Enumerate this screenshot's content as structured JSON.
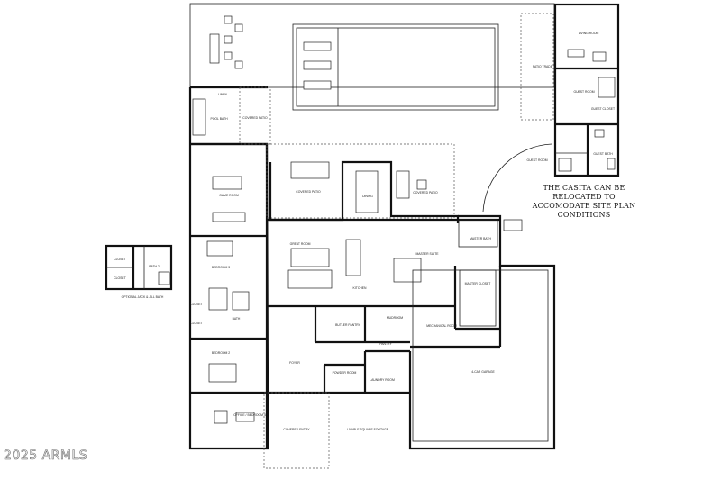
{
  "plan": {
    "rooms": {
      "living_room": "LIVING ROOM",
      "guest_room_casita": "GUEST ROOM",
      "guest_closet": "GUEST CLOSET",
      "guest_bath": "GUEST BATH",
      "guest_room_sq": "GUEST ROOM",
      "patio_trade": "PATIO TRADE",
      "pool_bath": "POOL BATH",
      "linen": "LINEN",
      "covered_patio_1": "COVERED PATIO",
      "game_room": "GAME ROOM",
      "covered_patio_2": "COVERED PATIO",
      "dining": "DINING",
      "covered_patio_3": "COVERED PATIO",
      "bedroom_3": "BEDROOM 3",
      "great_room": "GREAT ROOM",
      "kitchen": "KITCHEN",
      "master_suite": "MASTER SUITE",
      "master_bath": "MASTER BATH",
      "master_closet": "MASTER CLOSET",
      "closet_a": "CLOSET",
      "closet_b": "CLOSET",
      "bath_2": "BATH 2",
      "optional_bath": "OPTIONAL JACK & JILL BATH",
      "closet_c": "CLOSET",
      "closet_d": "CLOSET",
      "bath": "BATH",
      "butler_pantry": "BUTLER PANTRY",
      "mudroom": "MUDROOM",
      "mechanical": "MECHANICAL ROOM",
      "pantry": "PANTRY",
      "bedroom_2": "BEDROOM 2",
      "foyer": "FOYER",
      "powder": "POWDER ROOM",
      "laundry": "LAUNDRY ROOM",
      "garage": "4-CAR GARAGE",
      "office": "OFFICE / BEDROOM 4",
      "covered_entry": "COVERED ENTRY",
      "livable": "LIVABLE SQUARE FOOTAGE"
    },
    "casita_note": [
      "THE CASITA CAN BE",
      "RELOCATED TO",
      "ACCOMODATE SITE PLAN",
      "CONDITIONS"
    ],
    "watermark": "2025 ARMLS"
  }
}
